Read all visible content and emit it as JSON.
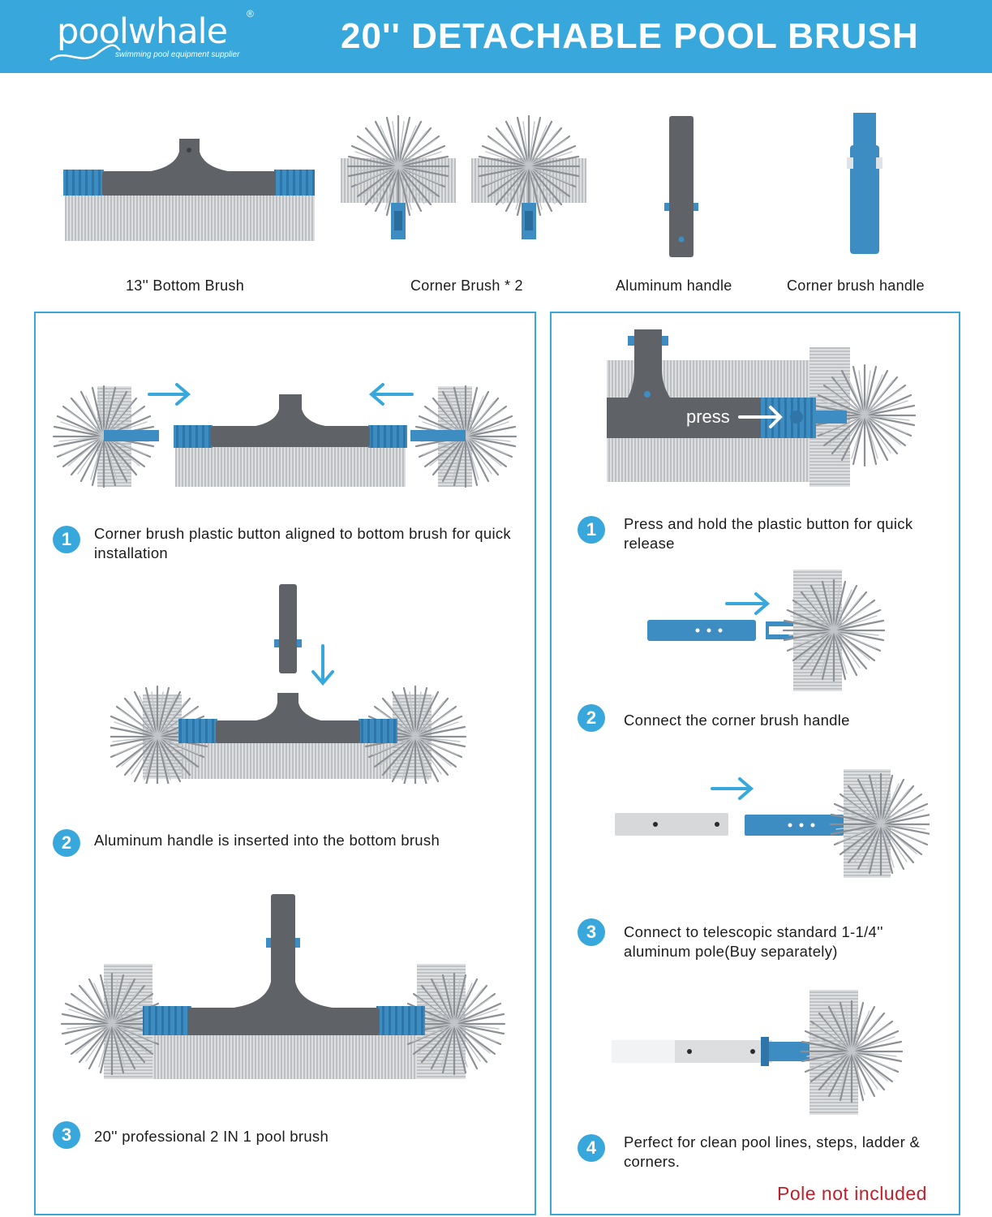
{
  "header": {
    "brand": "poolwhale",
    "registered": "®",
    "tagline": "swimming pool equipment supplier",
    "title": "20'' DETACHABLE POOL BRUSH"
  },
  "parts": [
    {
      "label": "13'' Bottom Brush"
    },
    {
      "label": "Corner Brush * 2"
    },
    {
      "label": "Aluminum handle"
    },
    {
      "label": "Corner brush handle"
    }
  ],
  "left_steps": [
    {
      "num": "1",
      "text": "Corner brush plastic button aligned to bottom brush for quick installation"
    },
    {
      "num": "2",
      "text": "Aluminum handle is inserted into the bottom brush"
    },
    {
      "num": "3",
      "text": "20'' professional 2 IN 1 pool brush"
    }
  ],
  "right_steps": [
    {
      "num": "1",
      "text": "Press and hold the plastic button for quick release"
    },
    {
      "num": "2",
      "text": "Connect the corner brush handle"
    },
    {
      "num": "3",
      "text": "Connect to telescopic standard 1-1/4'' aluminum pole(Buy separately)"
    },
    {
      "num": "4",
      "text": "Perfect for clean pool lines, steps, ladder & corners."
    }
  ],
  "press_label": "press",
  "pole_note": "Pole not included",
  "colors": {
    "brand_blue": "#38a8dc",
    "part_blue": "#3d8dc2",
    "handle_gray": "#5f6368",
    "bristle": "#b9bcbf",
    "note_red": "#c0202a"
  }
}
